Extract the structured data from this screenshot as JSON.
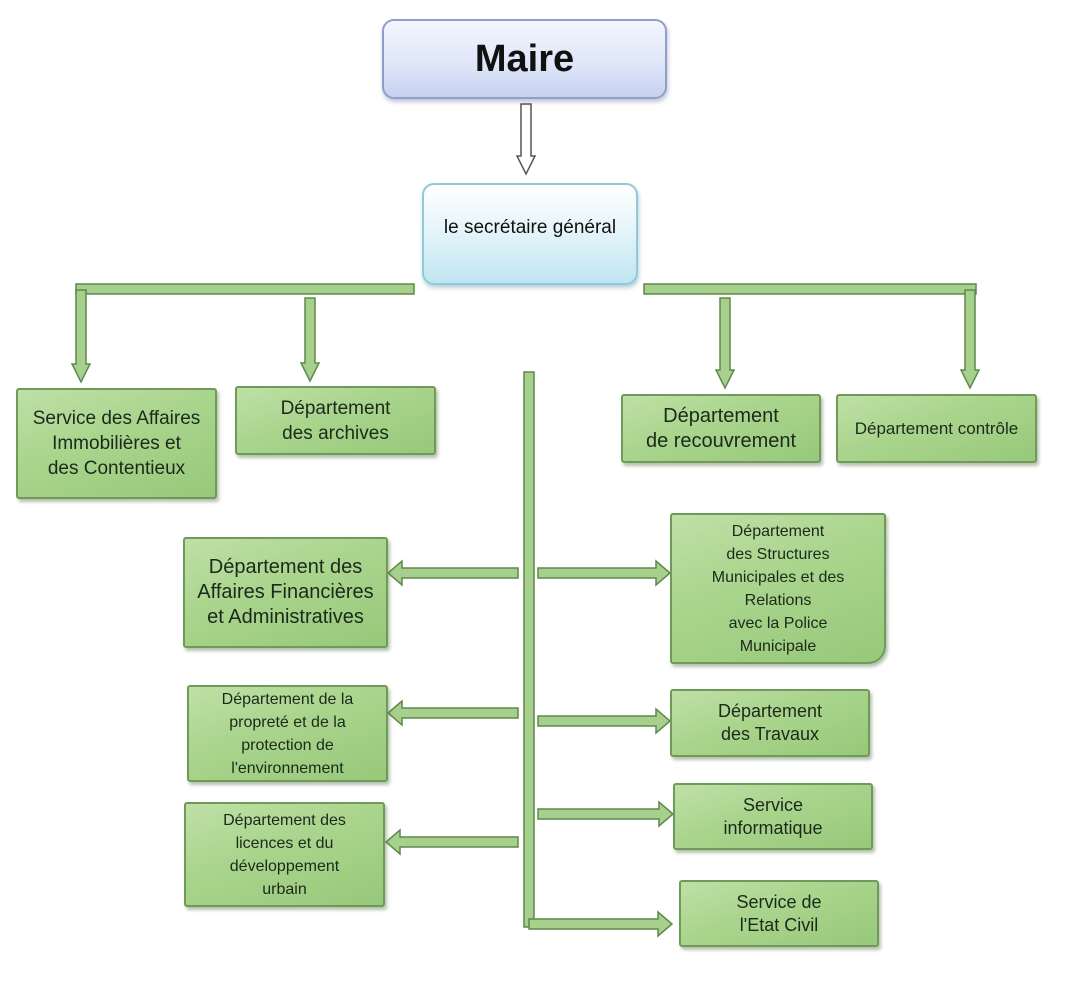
{
  "nodes": {
    "mayor": "Maire",
    "secretary": "le secrétaire général",
    "service_affaires_immobilieres": "Service des Affaires\nImmobilières et\ndes Contentieux",
    "departement_archives": "Département\ndes archives",
    "departement_recouvrement": "Département\nde recouvrement",
    "departement_controle": "Département contrôle",
    "departement_affaires_financieres": "Département des\nAffaires Financières\net Administratives",
    "departement_structures_municipales": "Département\ndes Structures\nMunicipales et des\nRelations\navec la Police\nMunicipale",
    "departement_proprete": "Département de la\npropreté et de la\nprotection de\nl'environnement",
    "departement_travaux": "Département\ndes Travaux",
    "departement_licences": "Département des\nlicences et du\ndéveloppement\nurbain",
    "service_informatique": "Service\ninformatique",
    "service_etat_civil": "Service de\nl'Etat Civil"
  },
  "colors": {
    "arrow_fill": "#a6d08b",
    "arrow_stroke": "#5d8a4c",
    "box_fill": "#a9d48c",
    "box_border": "#6f9a5b",
    "mayor_fill": "#dde5f8",
    "secretary_fill": "#d9f0f7"
  }
}
